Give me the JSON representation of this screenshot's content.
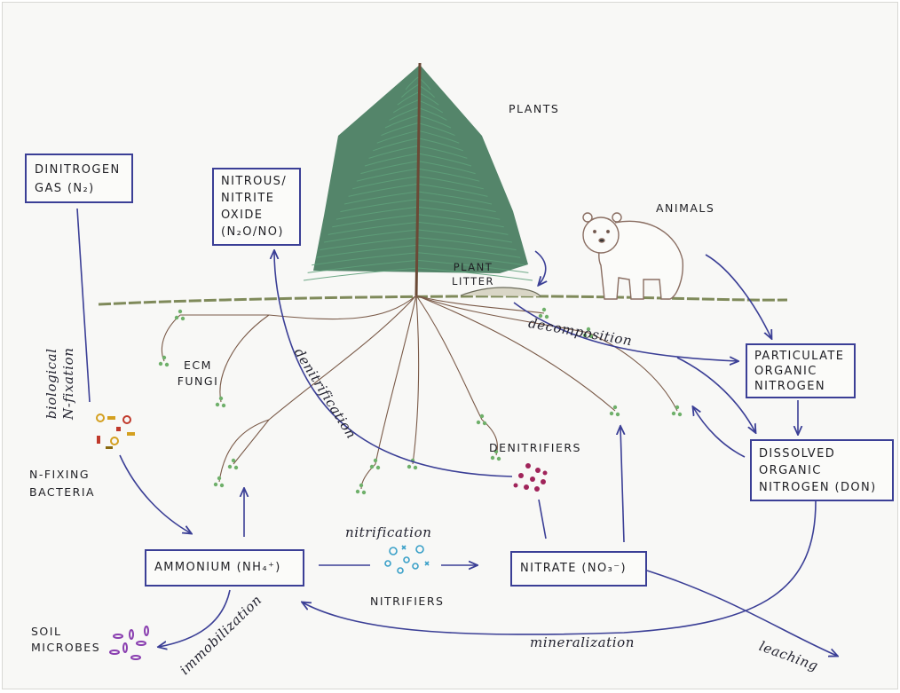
{
  "boxes": {
    "dinitrogen": {
      "line1": "DINITROGEN",
      "line2": "GAS (N₂)"
    },
    "nitrous": {
      "line1": "NITROUS/",
      "line2": "NITRITE",
      "line3": "OXIDE",
      "line4": "(N₂O/NO)"
    },
    "particulate": {
      "line1": "PARTICULATE",
      "line2": "ORGANIC",
      "line3": "NITROGEN"
    },
    "dissolved": {
      "line1": "DISSOLVED",
      "line2": "ORGANIC",
      "line3": "NITROGEN (DON)"
    },
    "ammonium": "AMMONIUM (NH₄⁺)",
    "nitrate": "NITRATE (NO₃⁻)"
  },
  "labels": {
    "plants": "PLANTS",
    "animals": "ANIMALS",
    "plant_litter": {
      "line1": "PLANT",
      "line2": "LITTER"
    },
    "ecm_fungi": {
      "line1": "ECM",
      "line2": "FUNGI"
    },
    "denitrifiers": "DENITRIFIERS",
    "n_fixing_bacteria": {
      "line1": "N-FIXING",
      "line2": "BACTERIA"
    },
    "nitrifiers": "NITRIFIERS",
    "soil_microbes": {
      "line1": "SOIL",
      "line2": "MICROBES"
    }
  },
  "processes": {
    "biological_n_fixation": {
      "line1": "biological",
      "line2": "N-fixation"
    },
    "denitrification": "denitrification",
    "decomposition": "decomposition",
    "nitrification": "nitrification",
    "immobilization": "immobilization",
    "mineralization": "mineralization",
    "leaching": "leaching"
  },
  "colors": {
    "arrow": "#3b3f96",
    "tree_foliage": "#2f6b4a",
    "tree_trunk": "#6b4a36",
    "roots": "#7a5a48",
    "fungi_tips": "#6fb06a",
    "ground": "#7f8a5a",
    "bear_outline": "#8a6e62",
    "n_fixing_bacteria": "#d4a020",
    "n_fixing_bacteria_accent": "#c0392b",
    "denitrifiers": "#a0245a",
    "nitrifiers": "#3aa0c8",
    "soil_microbes": "#8a3fb0"
  }
}
